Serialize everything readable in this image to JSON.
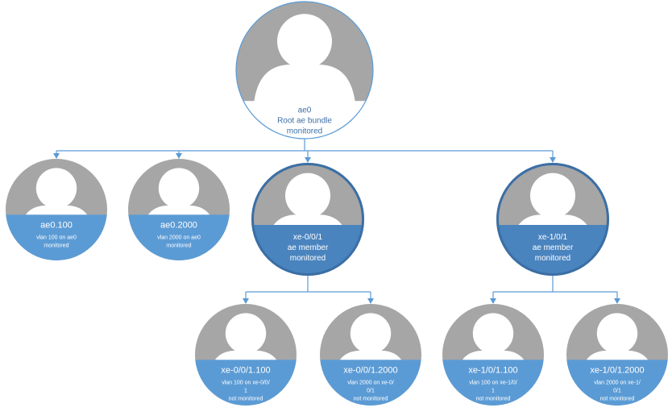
{
  "colors": {
    "line": "#5b9bd5",
    "band_light": "#5b9bd5",
    "band_member": "#4a84bf",
    "member_border": "#3b6fa5",
    "avatar_bg": "#a6a6a6",
    "root_text": "#3d6fa6"
  },
  "nodes": [
    {
      "id": "ae0",
      "style": "root",
      "lines": [
        "ae0",
        "Root ae bundle",
        "monitored"
      ]
    },
    {
      "id": "ae0-100",
      "style": "leaf",
      "lines": [
        "ae0.100",
        "vlan 100 on ae0",
        "monitored"
      ]
    },
    {
      "id": "ae0-2000",
      "style": "leaf",
      "lines": [
        "ae0.2000",
        "vlan 2000 on ae0",
        "monitored"
      ]
    },
    {
      "id": "xe-0-0-1",
      "style": "member",
      "lines": [
        "xe-0/0/1",
        "ae member",
        "monitored"
      ]
    },
    {
      "id": "xe-1-0-1",
      "style": "member",
      "lines": [
        "xe-1/0/1",
        "ae member",
        "monitored"
      ]
    },
    {
      "id": "xe-0-0-1-100",
      "style": "leaf",
      "lines": [
        "xe-0/0/1.100",
        "vlan 100 on xe-0/0/",
        "1",
        "not monitored"
      ]
    },
    {
      "id": "xe-0-0-1-2000",
      "style": "leaf",
      "lines": [
        "xe-0/0/1.2000",
        "vlan 2000 on xe-0/",
        "0/1",
        "not monitored"
      ]
    },
    {
      "id": "xe-1-0-1-100",
      "style": "leaf",
      "lines": [
        "xe-1/0/1.100",
        "vlan 100 on xe-1/0/",
        "1",
        "not monitored"
      ]
    },
    {
      "id": "xe-1-0-1-2000",
      "style": "leaf",
      "lines": [
        "xe-1/0/1.2000",
        "vlan 2000 on xe-1/",
        "0/1",
        "not monitored"
      ]
    }
  ]
}
